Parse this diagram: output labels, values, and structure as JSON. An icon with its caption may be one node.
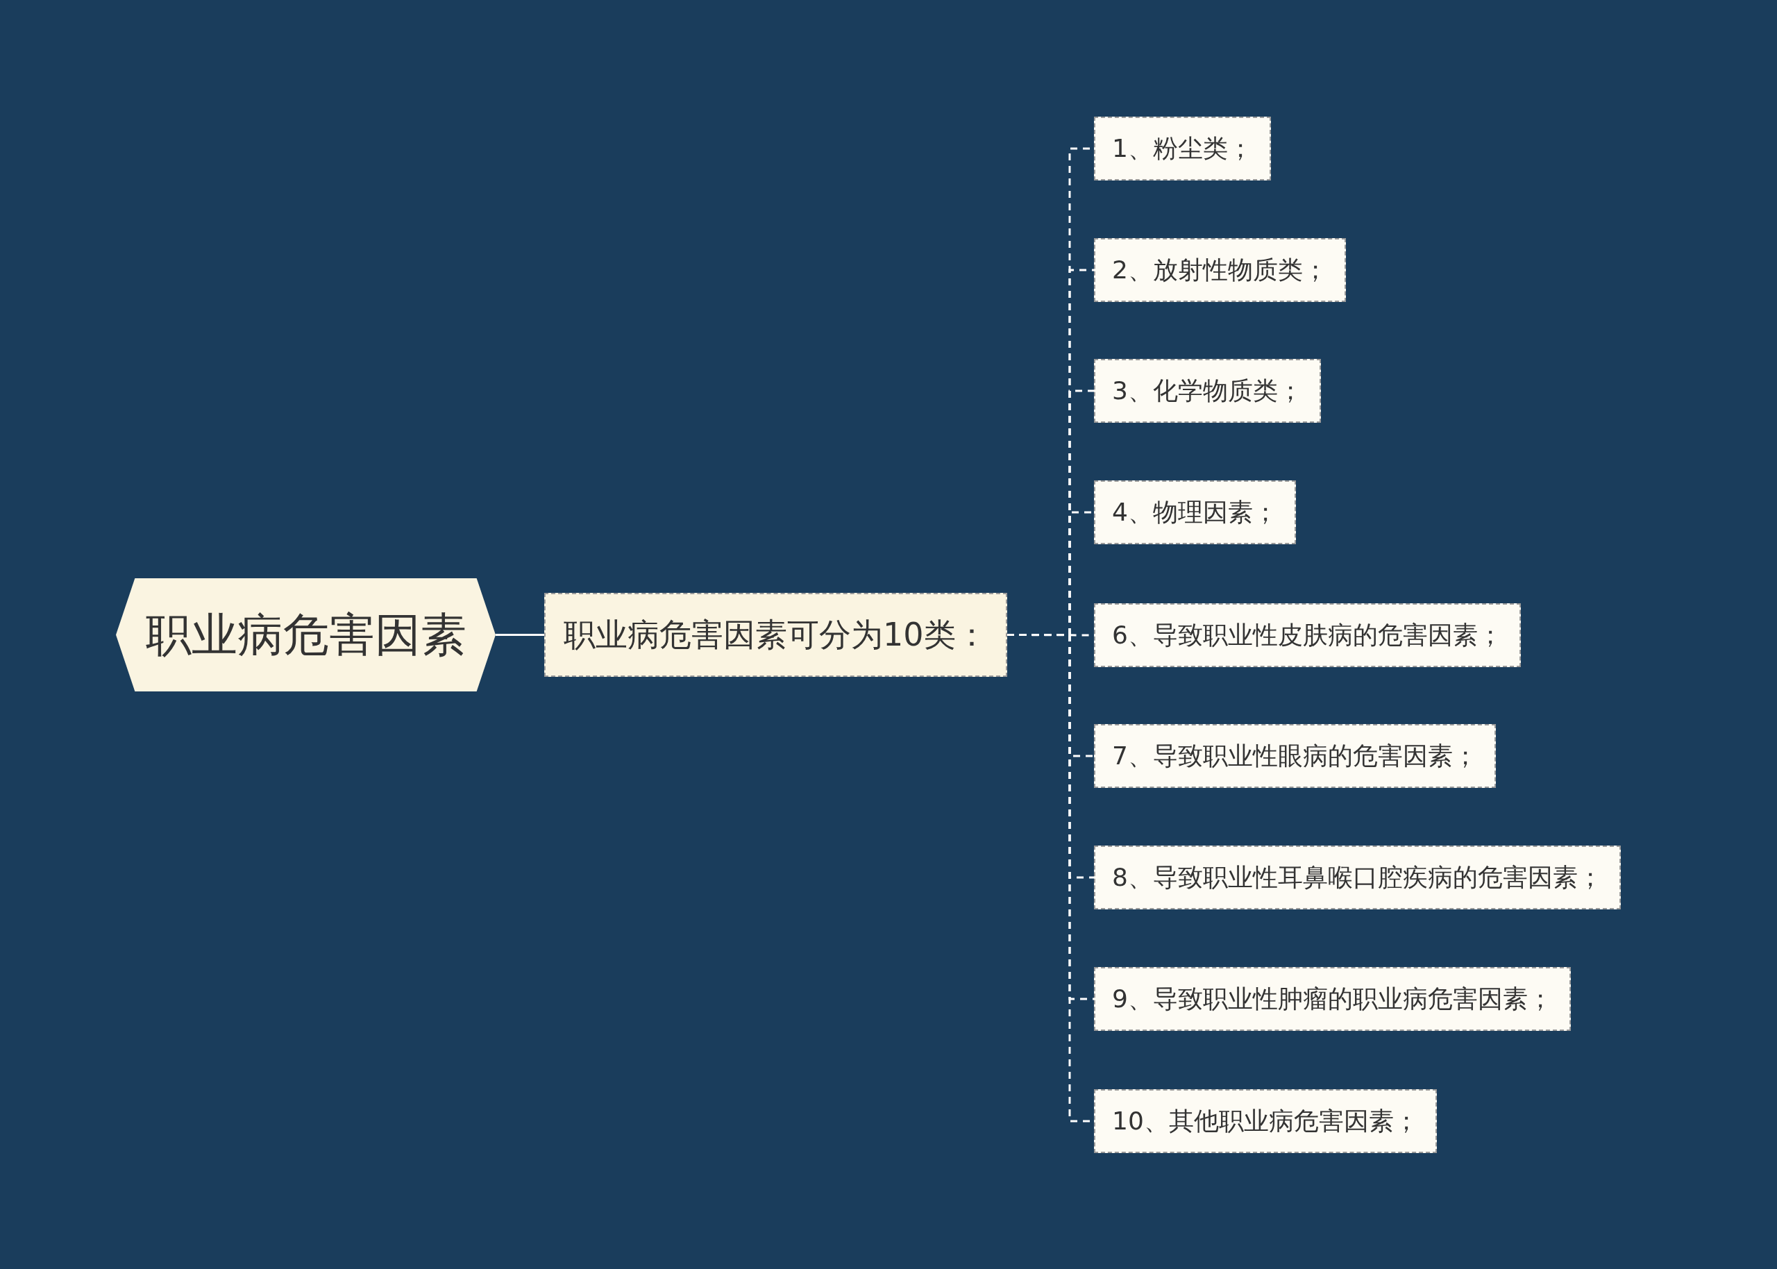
{
  "diagram": {
    "nodes": [
      {
        "text": [
          "职业病危害因素"
        ]
      },
      {
        "text": [
          "职业病危害因素可分为10类："
        ]
      },
      {
        "text": [
          "1、粉尘类；"
        ]
      },
      {
        "text": [
          "2、放射性物质类；"
        ]
      },
      {
        "text": [
          "3、化学物质类；"
        ]
      },
      {
        "text": [
          "4、物理因素；"
        ]
      },
      {
        "text": [
          "6、导致职业性皮肤病的危害因素；"
        ]
      },
      {
        "text": [
          "7、导致职业性眼病的危害因素；"
        ]
      },
      {
        "text": [
          "8、导致职业性耳鼻喉口腔疾病的危害因素；"
        ]
      },
      {
        "text": [
          "9、导致职业性肿瘤的职业病危害因素；"
        ]
      },
      {
        "text": [
          "10、其他职业病危害因素；"
        ]
      }
    ],
    "edges": [
      {
        "from": 0,
        "to": 1,
        "arrow": "none"
      },
      {
        "from": 1,
        "to": 2,
        "arrow": "none",
        "style": "dashed"
      },
      {
        "from": 1,
        "to": 3,
        "arrow": "none",
        "style": "dashed"
      },
      {
        "from": 1,
        "to": 4,
        "arrow": "none",
        "style": "dashed"
      },
      {
        "from": 1,
        "to": 5,
        "arrow": "none",
        "style": "dashed"
      },
      {
        "from": 1,
        "to": 6,
        "arrow": "none",
        "style": "dashed"
      },
      {
        "from": 1,
        "to": 7,
        "arrow": "none",
        "style": "dashed"
      },
      {
        "from": 1,
        "to": 8,
        "arrow": "none",
        "style": "dashed"
      },
      {
        "from": 1,
        "to": 9,
        "arrow": "none",
        "style": "dashed"
      },
      {
        "from": 1,
        "to": 10,
        "arrow": "none",
        "style": "dashed"
      }
    ]
  }
}
